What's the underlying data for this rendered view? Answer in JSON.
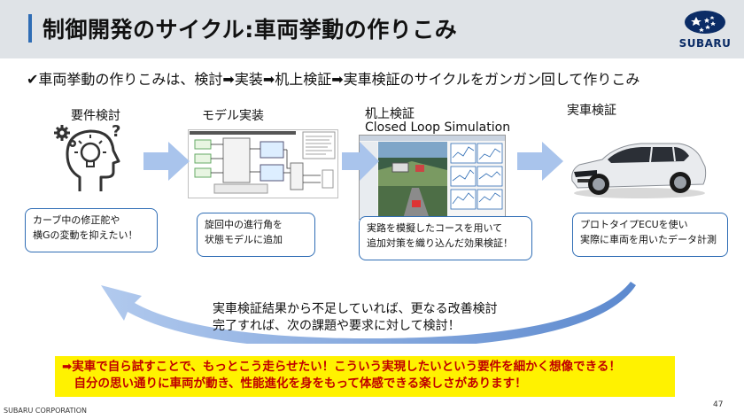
{
  "header": {
    "title": "制御開発のサイクル:車両挙動の作りこみ",
    "logo_text": "SUBARU"
  },
  "subheading": "✔車両挙動の作りこみは、検討➡実装➡机上検証➡実車検証のサイクルをガンガン回して作りこみ",
  "stages": [
    {
      "label": "要件検討",
      "icon": "head-lightbulb-gears-icon"
    },
    {
      "label": "モデル実装",
      "icon": "block-diagram-screenshot"
    },
    {
      "label": "机上検証",
      "label2": "Closed Loop Simulation",
      "icon": "simulation-screenshot"
    },
    {
      "label": "実車検証",
      "icon": "station-wagon-car-photo"
    }
  ],
  "callouts": [
    {
      "lines": [
        "カーブ中の修正舵や",
        "横Gの変動を抑えたい！"
      ]
    },
    {
      "lines": [
        "旋回中の進行角を",
        "状態モデルに追加"
      ]
    },
    {
      "lines": [
        "実路を模擬したコースを用いて",
        "追加対策を織り込んだ効果検証！"
      ]
    },
    {
      "lines": [
        "プロトタイプECUを使い",
        "実際に車両を用いたデータ計測"
      ]
    }
  ],
  "return_text": {
    "lines": [
      "実車検証結果から不足していれば、更なる改善検討",
      "完了すれば、次の課題や要求に対して検討！"
    ]
  },
  "banner": {
    "lines": [
      "➡実車で自ら試すことで、もっとこう走らせたい！こういう実現したいという要件を細かく想像できる！",
      "　自分の思い通りに車両が動き、性能進化を身をもって体感できる楽しさがあります！"
    ]
  },
  "footer": {
    "company": "SUBARU CORPORATION",
    "page": "47"
  },
  "colors": {
    "accent": "#2f6db5",
    "arrow": "#a9c4ec",
    "banner_bg": "#fff200",
    "banner_text": "#c00000"
  }
}
